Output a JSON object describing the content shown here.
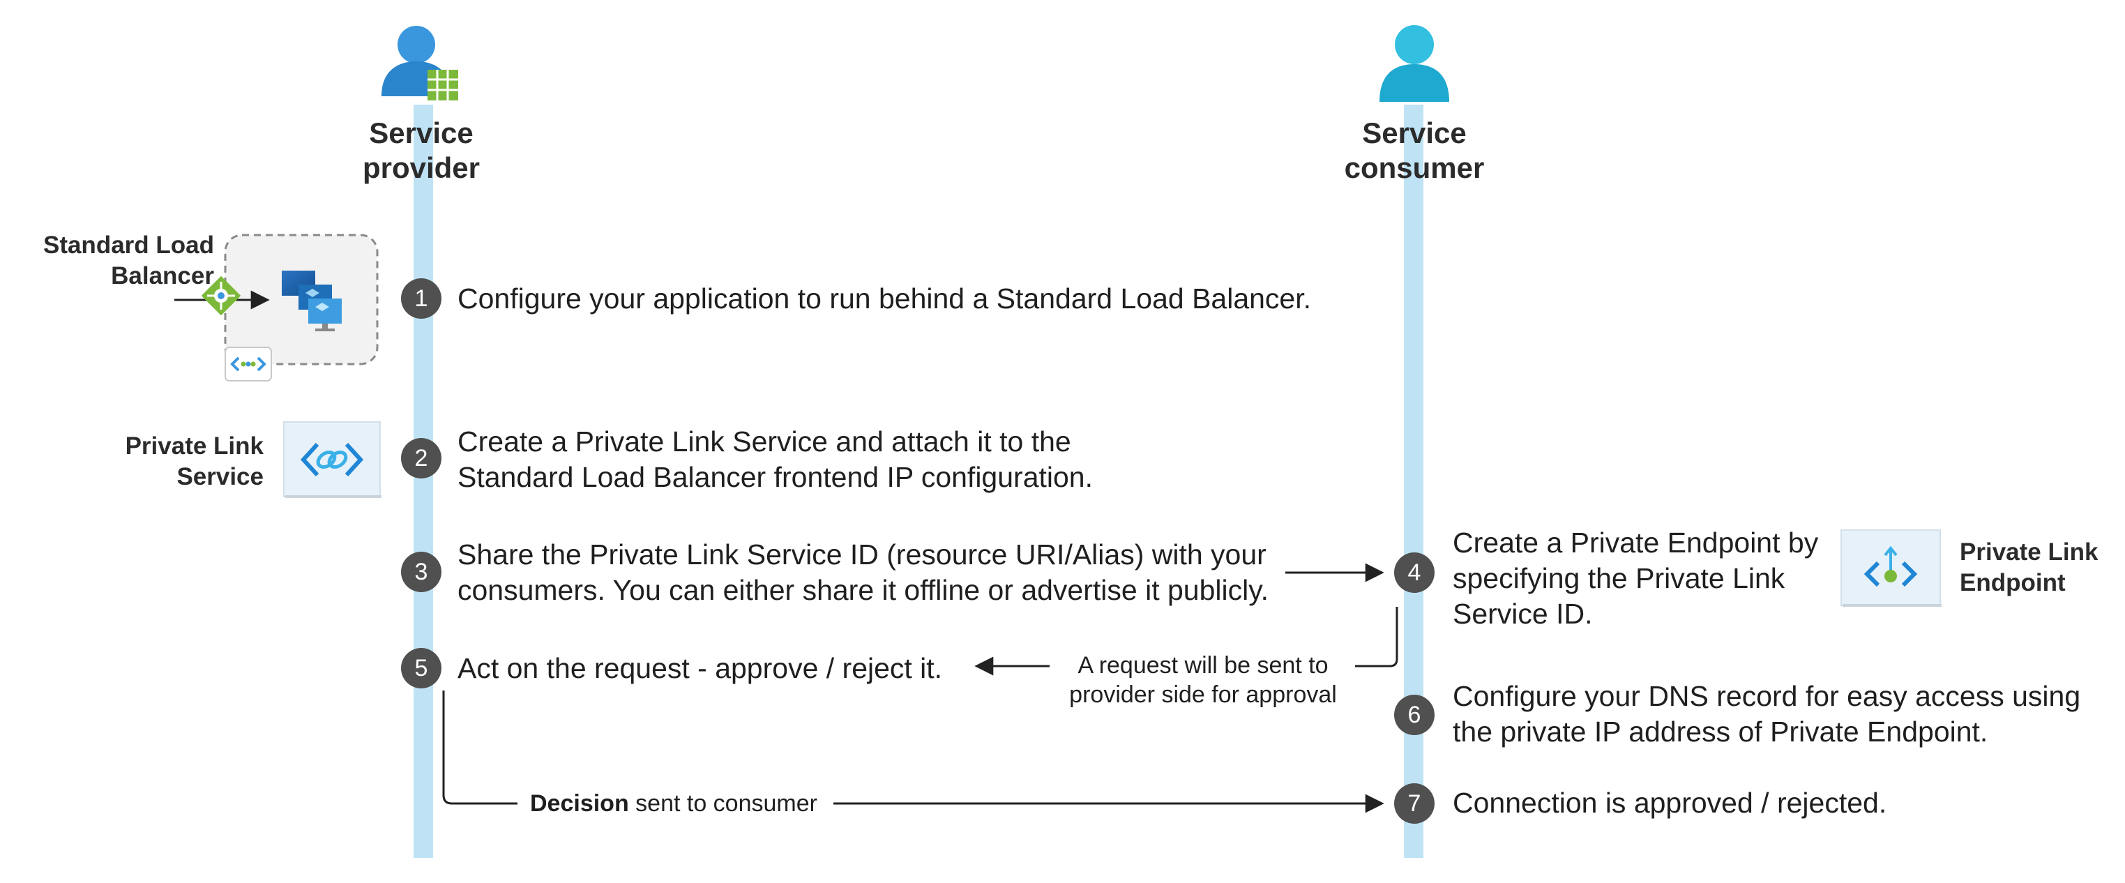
{
  "actors": {
    "provider": {
      "line1": "Service",
      "line2": "provider",
      "icon": "service-provider-icon"
    },
    "consumer": {
      "line1": "Service",
      "line2": "consumer",
      "icon": "service-consumer-icon"
    }
  },
  "components": {
    "load_balancer": {
      "line1": "Standard Load",
      "line2": "Balancer"
    },
    "private_link_service": {
      "line1": "Private Link",
      "line2": "Service"
    },
    "private_link_endpoint": {
      "line1": "Private Link",
      "line2": "Endpoint"
    }
  },
  "steps": [
    {
      "num": "1",
      "lines": [
        "Configure your application to run behind a Standard Load Balancer."
      ]
    },
    {
      "num": "2",
      "lines": [
        "Create a Private Link Service and attach it to the",
        "Standard Load Balancer frontend IP configuration."
      ]
    },
    {
      "num": "3",
      "lines": [
        "Share the Private Link Service ID (resource URI/Alias) with your",
        "consumers. You can either share it offline or advertise it publicly."
      ]
    },
    {
      "num": "4",
      "lines": [
        "Create a Private Endpoint by",
        "specifying the Private Link",
        "Service ID."
      ]
    },
    {
      "num": "5",
      "lines": [
        "Act on the request - approve / reject it."
      ]
    },
    {
      "num": "6",
      "lines": [
        "Configure your DNS record for easy access using",
        "the private IP address of Private Endpoint."
      ]
    },
    {
      "num": "7",
      "lines": [
        "Connection is approved / rejected."
      ]
    }
  ],
  "annotations": {
    "request": {
      "line1": "A request will be sent to",
      "line2": "provider side for approval"
    },
    "decision": {
      "bold": "Decision",
      "rest": " sent to consumer"
    }
  },
  "colors": {
    "lifeline": "#bfe3f5",
    "step_circle": "#505050",
    "provider_icon": "#3a96dd",
    "consumer_icon": "#32bfe0",
    "load_balancer_green": "#7cb93a"
  }
}
